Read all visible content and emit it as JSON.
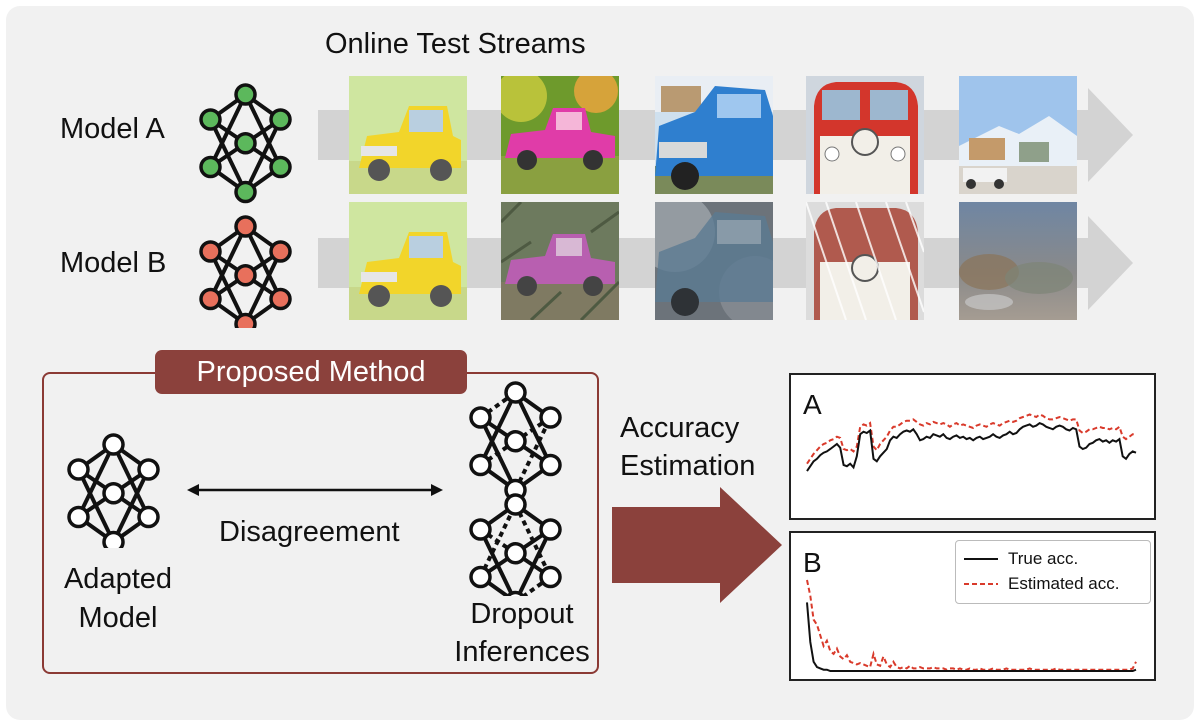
{
  "diagram": {
    "title": "Online Test Streams",
    "models": [
      {
        "label": "Model A",
        "node_color": "#5cb85c"
      },
      {
        "label": "Model B",
        "node_color": "#e8705c"
      }
    ],
    "proposed_method": {
      "badge": "Proposed Method",
      "adapted_model": [
        "Adapted",
        "Model"
      ],
      "disagreement": "Disagreement",
      "dropout_inferences": [
        "Dropout",
        "Inferences"
      ]
    },
    "accuracy_estimation": [
      "Accuracy",
      "Estimation"
    ],
    "plots": [
      {
        "label": "A"
      },
      {
        "label": "B"
      }
    ],
    "legend": {
      "true_acc": "True acc.",
      "estimated_acc": "Estimated acc."
    },
    "colors": {
      "accent": "#8b413c",
      "true_line": "#111111",
      "estimated_line": "#d93a2b",
      "stream_arrow": "#d3d3d3"
    }
  },
  "chart_data": [
    {
      "type": "line",
      "label": "A",
      "x": [
        0,
        1,
        2,
        3,
        4,
        5,
        6,
        7,
        8,
        9,
        10,
        11,
        12,
        13,
        14,
        15,
        16,
        17,
        18,
        19,
        20,
        21,
        22,
        23,
        24,
        25,
        26,
        27,
        28,
        29,
        30,
        31,
        32,
        33,
        34,
        35,
        36,
        37,
        38,
        39,
        40,
        41,
        42,
        43,
        44,
        45,
        46,
        47,
        48,
        49,
        50,
        51,
        52,
        53,
        54,
        55,
        56,
        57,
        58,
        59,
        60,
        61,
        62,
        63,
        64,
        65,
        66,
        67,
        68,
        69,
        70,
        71,
        72,
        73,
        74,
        75,
        76,
        77,
        78,
        79,
        80,
        81,
        82,
        83,
        84,
        85,
        86,
        87,
        88,
        89,
        90,
        91,
        92,
        93,
        94,
        95,
        96,
        97,
        98,
        99
      ],
      "series": [
        {
          "name": "True acc.",
          "values": [
            0.3,
            0.34,
            0.38,
            0.4,
            0.43,
            0.45,
            0.46,
            0.48,
            0.5,
            0.52,
            0.49,
            0.35,
            0.34,
            0.36,
            0.33,
            0.42,
            0.6,
            0.62,
            0.61,
            0.63,
            0.4,
            0.38,
            0.42,
            0.45,
            0.48,
            0.55,
            0.58,
            0.57,
            0.6,
            0.62,
            0.63,
            0.62,
            0.64,
            0.6,
            0.55,
            0.56,
            0.58,
            0.57,
            0.6,
            0.59,
            0.58,
            0.6,
            0.57,
            0.56,
            0.58,
            0.59,
            0.57,
            0.58,
            0.56,
            0.57,
            0.55,
            0.57,
            0.58,
            0.56,
            0.57,
            0.58,
            0.6,
            0.58,
            0.57,
            0.59,
            0.6,
            0.62,
            0.6,
            0.61,
            0.64,
            0.66,
            0.67,
            0.68,
            0.66,
            0.67,
            0.69,
            0.68,
            0.66,
            0.65,
            0.64,
            0.66,
            0.67,
            0.66,
            0.64,
            0.63,
            0.65,
            0.64,
            0.5,
            0.48,
            0.49,
            0.52,
            0.53,
            0.55,
            0.56,
            0.54,
            0.55,
            0.53,
            0.55,
            0.54,
            0.56,
            0.42,
            0.4,
            0.44,
            0.46,
            0.45
          ]
        },
        {
          "name": "Estimated acc.",
          "values": [
            0.36,
            0.4,
            0.44,
            0.47,
            0.5,
            0.52,
            0.53,
            0.55,
            0.56,
            0.58,
            0.57,
            0.48,
            0.47,
            0.48,
            0.46,
            0.5,
            0.66,
            0.68,
            0.67,
            0.69,
            0.5,
            0.47,
            0.52,
            0.55,
            0.58,
            0.63,
            0.66,
            0.66,
            0.68,
            0.7,
            0.71,
            0.71,
            0.72,
            0.7,
            0.68,
            0.67,
            0.69,
            0.68,
            0.7,
            0.69,
            0.68,
            0.69,
            0.68,
            0.66,
            0.68,
            0.69,
            0.67,
            0.68,
            0.67,
            0.66,
            0.65,
            0.67,
            0.68,
            0.67,
            0.66,
            0.68,
            0.69,
            0.68,
            0.67,
            0.69,
            0.7,
            0.71,
            0.7,
            0.71,
            0.73,
            0.74,
            0.75,
            0.76,
            0.75,
            0.74,
            0.76,
            0.75,
            0.73,
            0.72,
            0.72,
            0.73,
            0.74,
            0.73,
            0.72,
            0.71,
            0.72,
            0.72,
            0.63,
            0.61,
            0.62,
            0.64,
            0.64,
            0.65,
            0.66,
            0.65,
            0.65,
            0.64,
            0.65,
            0.64,
            0.66,
            0.58,
            0.56,
            0.58,
            0.6,
            0.6
          ]
        }
      ],
      "ylim": [
        0,
        1
      ]
    },
    {
      "type": "line",
      "label": "B",
      "x": [
        0,
        1,
        2,
        3,
        4,
        5,
        6,
        7,
        8,
        9,
        10,
        11,
        12,
        13,
        14,
        15,
        16,
        17,
        18,
        19,
        20,
        21,
        22,
        23,
        24,
        25,
        26,
        27,
        28,
        29,
        30,
        31,
        32,
        33,
        34,
        35,
        36,
        37,
        38,
        39,
        40,
        41,
        42,
        43,
        44,
        45,
        46,
        47,
        48,
        49,
        50,
        51,
        52,
        53,
        54,
        55,
        56,
        57,
        58,
        59,
        60,
        61,
        62,
        63,
        64,
        65,
        66,
        67,
        68,
        69,
        70,
        71,
        72,
        73,
        74,
        75,
        76,
        77,
        78,
        79,
        80,
        81,
        82,
        83,
        84,
        85,
        86,
        87,
        88,
        89,
        90,
        91,
        92,
        93,
        94,
        95,
        96,
        97,
        98,
        99
      ],
      "series": [
        {
          "name": "True acc.",
          "values": [
            0.55,
            0.25,
            0.1,
            0.06,
            0.05,
            0.04,
            0.04,
            0.03,
            0.03,
            0.03,
            0.03,
            0.03,
            0.03,
            0.03,
            0.03,
            0.03,
            0.03,
            0.03,
            0.03,
            0.03,
            0.03,
            0.03,
            0.03,
            0.03,
            0.03,
            0.03,
            0.03,
            0.03,
            0.03,
            0.03,
            0.03,
            0.03,
            0.03,
            0.03,
            0.03,
            0.03,
            0.03,
            0.03,
            0.03,
            0.03,
            0.03,
            0.03,
            0.03,
            0.03,
            0.03,
            0.03,
            0.03,
            0.03,
            0.03,
            0.03,
            0.03,
            0.03,
            0.03,
            0.03,
            0.03,
            0.03,
            0.03,
            0.03,
            0.03,
            0.03,
            0.03,
            0.03,
            0.03,
            0.03,
            0.03,
            0.03,
            0.03,
            0.03,
            0.03,
            0.03,
            0.03,
            0.03,
            0.03,
            0.03,
            0.03,
            0.03,
            0.03,
            0.03,
            0.03,
            0.03,
            0.03,
            0.03,
            0.03,
            0.03,
            0.03,
            0.03,
            0.03,
            0.03,
            0.03,
            0.03,
            0.03,
            0.03,
            0.03,
            0.03,
            0.03,
            0.03,
            0.03,
            0.03,
            0.03,
            0.04
          ]
        },
        {
          "name": "Estimated acc.",
          "values": [
            0.72,
            0.6,
            0.42,
            0.38,
            0.3,
            0.22,
            0.26,
            0.18,
            0.16,
            0.2,
            0.14,
            0.12,
            0.15,
            0.1,
            0.09,
            0.08,
            0.09,
            0.08,
            0.07,
            0.06,
            0.16,
            0.08,
            0.07,
            0.14,
            0.08,
            0.06,
            0.1,
            0.06,
            0.05,
            0.06,
            0.05,
            0.07,
            0.05,
            0.05,
            0.06,
            0.05,
            0.05,
            0.05,
            0.06,
            0.05,
            0.05,
            0.05,
            0.04,
            0.05,
            0.05,
            0.04,
            0.05,
            0.04,
            0.04,
            0.05,
            0.04,
            0.04,
            0.05,
            0.04,
            0.04,
            0.04,
            0.05,
            0.04,
            0.04,
            0.04,
            0.05,
            0.04,
            0.04,
            0.04,
            0.04,
            0.04,
            0.04,
            0.05,
            0.04,
            0.04,
            0.04,
            0.04,
            0.04,
            0.04,
            0.04,
            0.05,
            0.04,
            0.04,
            0.04,
            0.04,
            0.04,
            0.04,
            0.04,
            0.04,
            0.04,
            0.04,
            0.04,
            0.04,
            0.04,
            0.04,
            0.04,
            0.04,
            0.04,
            0.04,
            0.04,
            0.04,
            0.04,
            0.04,
            0.05,
            0.1
          ]
        }
      ],
      "ylim": [
        0,
        1
      ]
    }
  ]
}
